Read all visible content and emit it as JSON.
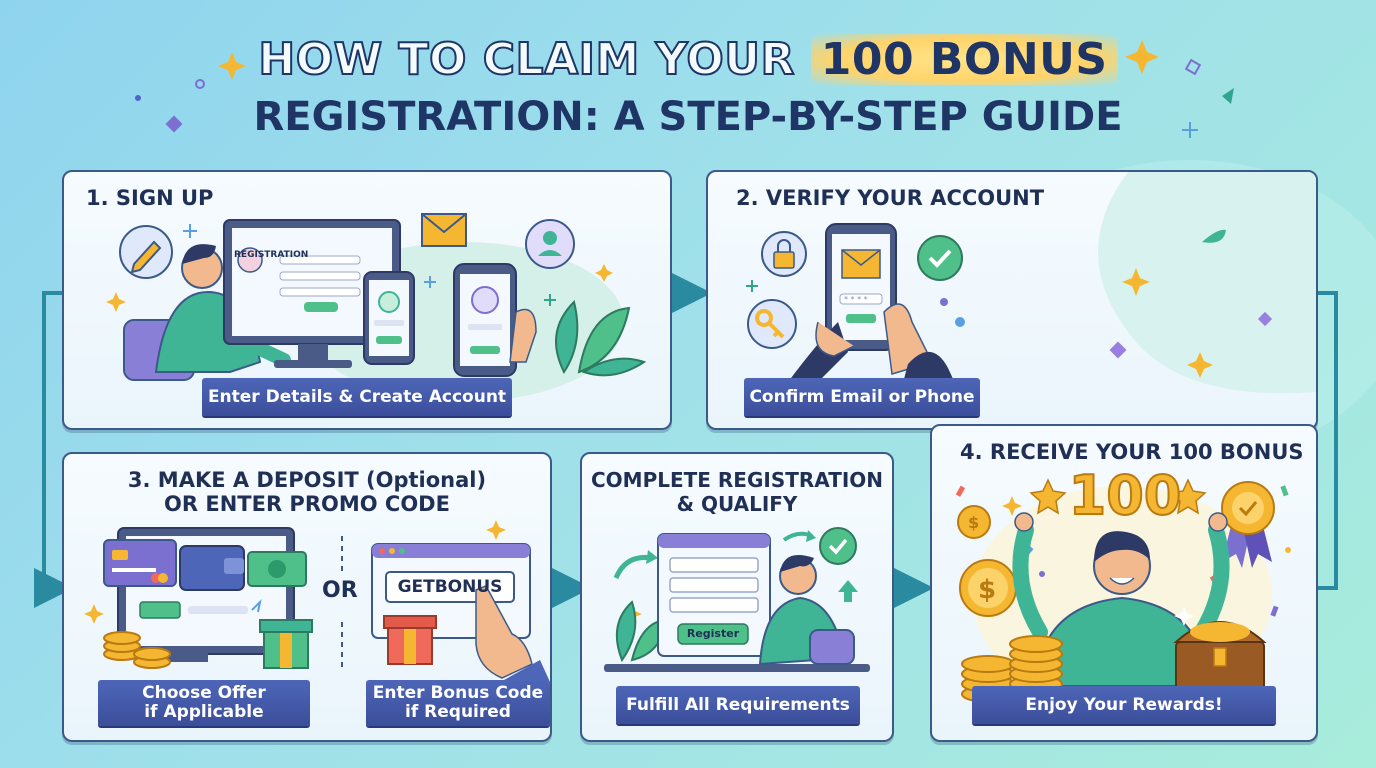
{
  "title": {
    "line1_prefix": "HOW TO CLAIM YOUR ",
    "line1_highlight": "100 BONUS",
    "line2": "REGISTRATION: A STEP-BY-STEP GUIDE"
  },
  "steps": [
    {
      "title": "1. SIGN UP",
      "screen_label": "REGISTRATION",
      "ribbon": "Enter Details & Create Account"
    },
    {
      "title": "2. VERIFY YOUR ACCOUNT",
      "ribbon": "Confirm Email or Phone"
    },
    {
      "title_line1": "3. MAKE A DEPOSIT (Optional)",
      "title_line2": "OR ENTER PROMO CODE",
      "or_label": "OR",
      "promo_code": "GETBONUS",
      "ribbon_left_line1": "Choose Offer",
      "ribbon_left_line2": "if Applicable",
      "ribbon_right_line1": "Enter Bonus Code",
      "ribbon_right_line2": "if Required"
    },
    {
      "title_line1": "COMPLETE REGISTRATION",
      "title_line2": "& QUALIFY",
      "button_label": "Register",
      "ribbon": "Fulfill All Requirements"
    },
    {
      "title": "4. RECEIVE YOUR 100 BONUS",
      "big_number": "100",
      "ribbon": "Enjoy Your Rewards!"
    }
  ],
  "colors": {
    "navy": "#1f3565",
    "ribbon": "#4458a8",
    "accent_green": "#4fc08a",
    "gold": "#f5b731",
    "purple": "#7b6fd0"
  }
}
